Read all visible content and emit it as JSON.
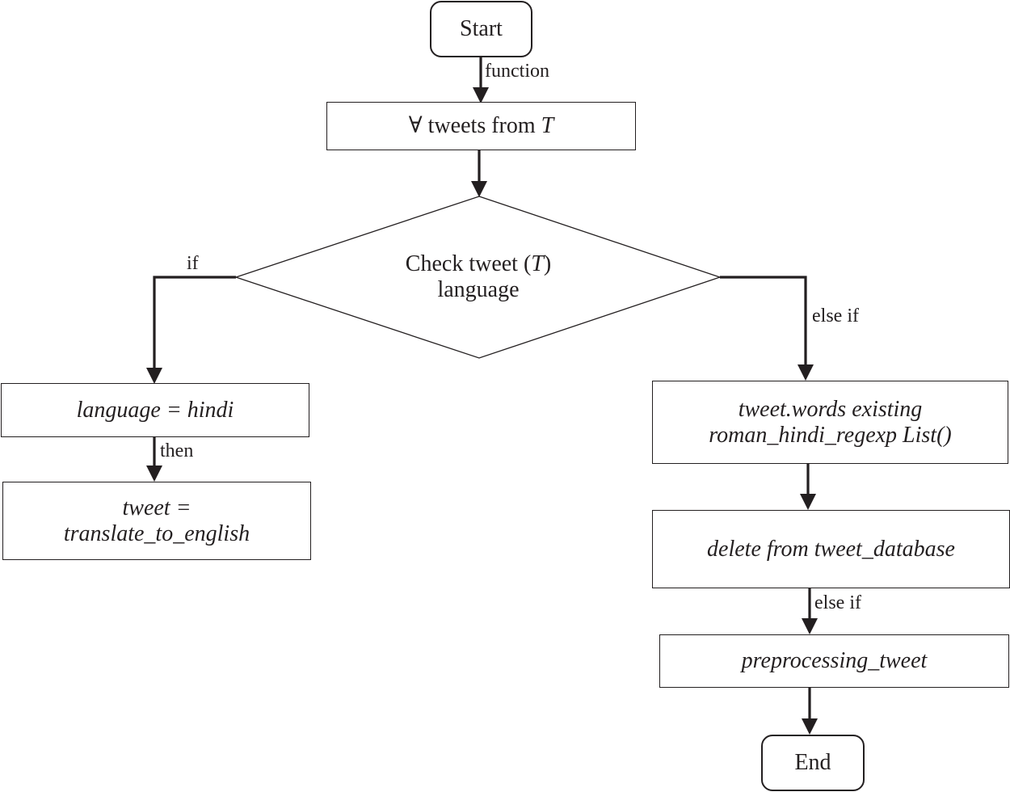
{
  "nodes": {
    "start": "Start",
    "loop": {
      "prefix": "∀ tweets from ",
      "var": "T"
    },
    "decision": {
      "line1_prefix": "Check tweet (",
      "line1_var": "T",
      "line1_suffix": ")",
      "line2": "language"
    },
    "hindi_check": "language = hindi",
    "translate": {
      "line1": "tweet =",
      "line2": "translate_to_english"
    },
    "regexp_check": {
      "line1": "tweet.words existing",
      "line2": "roman_hindi_regexp List()"
    },
    "delete": "delete from tweet_database",
    "preprocess": "preprocessing_tweet",
    "end": "End"
  },
  "edge_labels": {
    "function": "function",
    "if": "if",
    "else_if_right": "else if",
    "then": "then",
    "else_if_lower": "else if"
  }
}
